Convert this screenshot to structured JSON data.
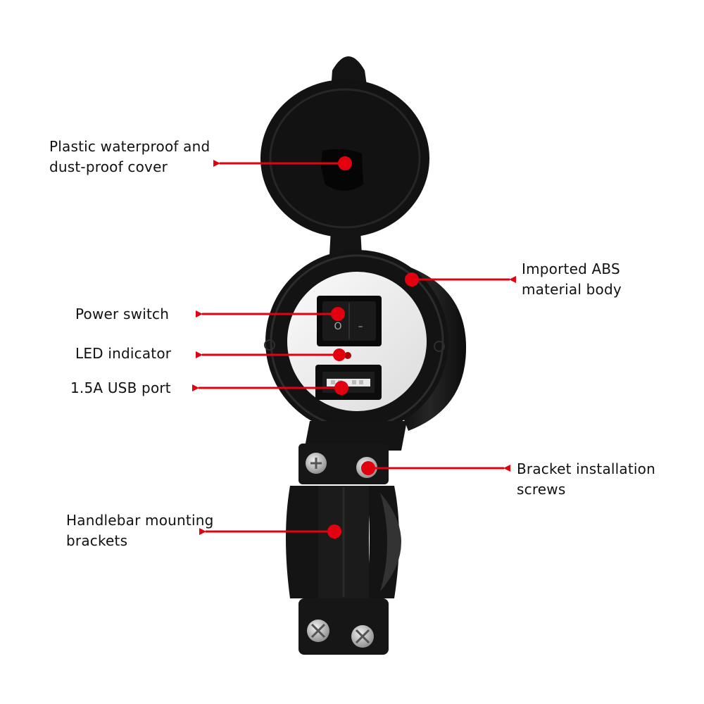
{
  "colors": {
    "background": "#ffffff",
    "body": "#111111",
    "body_highlight": "#2a2a2a",
    "faceplate": "#f2f2f2",
    "accent_red": "#e3000f",
    "screw_metal": "#c8c8c8",
    "led": "#a80000"
  },
  "callouts": [
    {
      "id": "cover",
      "lines": [
        "Plastic waterproof and",
        "dust-proof cover"
      ]
    },
    {
      "id": "body",
      "lines": [
        "Imported ABS",
        "material body"
      ]
    },
    {
      "id": "switch",
      "lines": [
        "Power switch"
      ]
    },
    {
      "id": "led",
      "lines": [
        "LED indicator"
      ]
    },
    {
      "id": "usb",
      "lines": [
        "1.5A USB port"
      ]
    },
    {
      "id": "screws",
      "lines": [
        "Bracket installation",
        "screws"
      ]
    },
    {
      "id": "brackets",
      "lines": [
        "Handlebar mounting",
        "brackets"
      ]
    }
  ],
  "switch_symbols": {
    "on": "O",
    "off": "–"
  }
}
